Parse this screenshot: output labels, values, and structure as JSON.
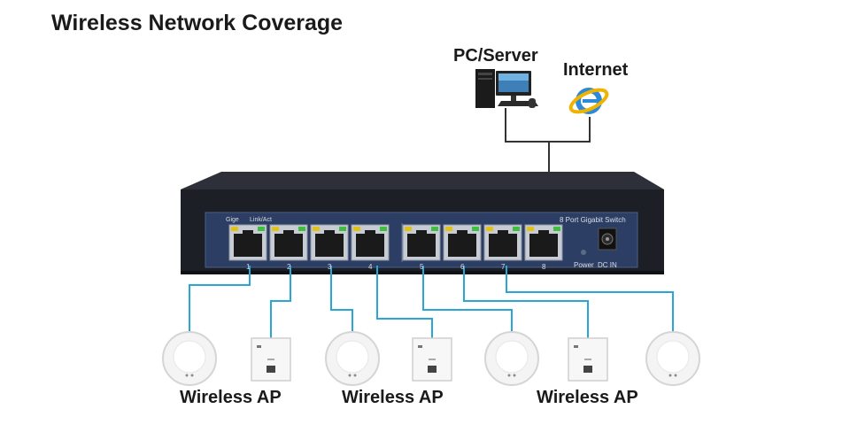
{
  "title": "Wireless Network Coverage",
  "pc_label": "PC/Server",
  "internet_label": "Internet",
  "switch": {
    "model_label": "8 Port Gigabit  Switch",
    "gige_label": "Gige",
    "link_label": "Link/Act",
    "power_label": "Power",
    "dcin_label": "DC IN",
    "ports": [
      "1",
      "2",
      "3",
      "4",
      "5",
      "6",
      "7",
      "8"
    ]
  },
  "ap_labels": [
    "Wireless AP",
    "Wireless AP",
    "Wireless AP"
  ],
  "colors": {
    "cable": "#2aa6d6",
    "uplink": "#333333",
    "switch_body": "#1c1f26",
    "panel": "#2c3e63"
  }
}
